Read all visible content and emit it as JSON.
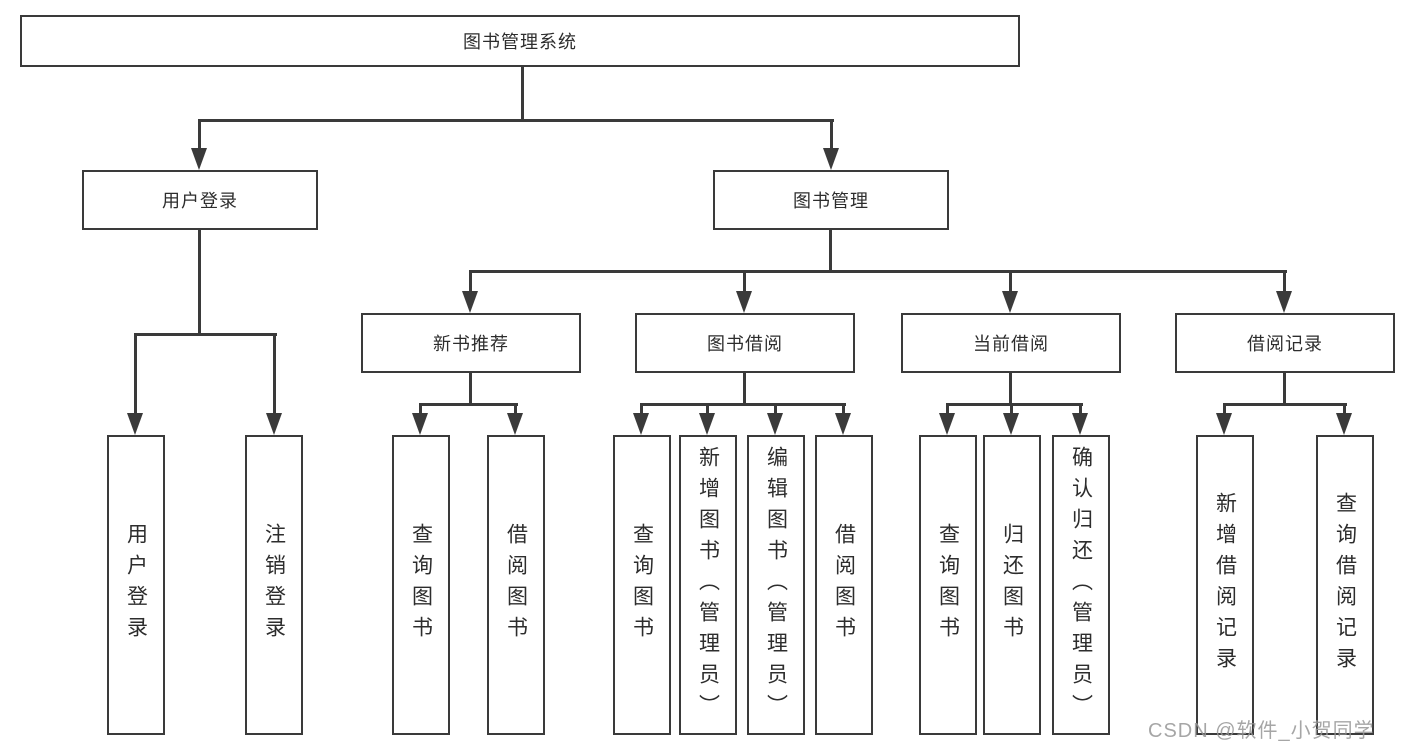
{
  "diagram": {
    "root_label": "图书管理系统",
    "level2": {
      "user_login": "用户登录",
      "book_management": "图书管理"
    },
    "level3": {
      "new_book_recommend": "新书推荐",
      "book_borrow": "图书借阅",
      "current_borrow": "当前借阅",
      "borrow_record": "借阅记录"
    },
    "level4": {
      "user_login": [
        "用户登录",
        "注销登录"
      ],
      "new_book_recommend": [
        "查询图书",
        "借阅图书"
      ],
      "book_borrow": [
        "查询图书",
        "新增图书（管理员）",
        "编辑图书（管理员）",
        "借阅图书"
      ],
      "current_borrow": [
        "查询图书",
        "归还图书",
        "确认归还（管理员）"
      ],
      "borrow_record": [
        "新增借阅记录",
        "查询借阅记录"
      ]
    }
  },
  "watermark": "CSDN @软件_小贺同学",
  "colors": {
    "line": "#3a3a3a",
    "text": "#2d2d2d",
    "background": "#ffffff",
    "watermark": "#969696"
  }
}
